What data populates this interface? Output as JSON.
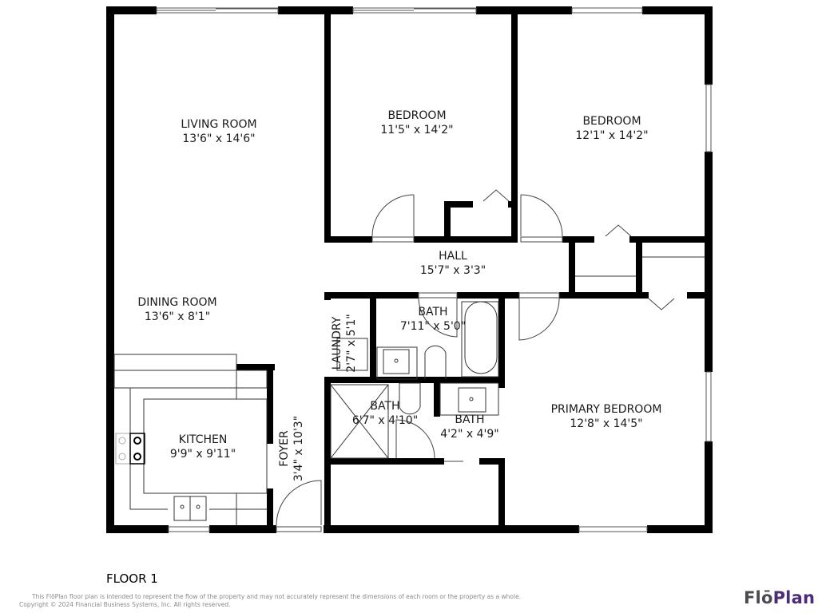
{
  "floor_label": "FLOOR 1",
  "rooms": {
    "living_room": {
      "name": "LIVING ROOM",
      "dims": "13'6\" x 14'6\""
    },
    "bedroom_1": {
      "name": "BEDROOM",
      "dims": "11'5\" x 14'2\""
    },
    "bedroom_2": {
      "name": "BEDROOM",
      "dims": "12'1\" x 14'2\""
    },
    "hall": {
      "name": "HALL",
      "dims": "15'7\" x 3'3\""
    },
    "dining_room": {
      "name": "DINING ROOM",
      "dims": "13'6\" x 8'1\""
    },
    "laundry": {
      "name": "LAUNDRY",
      "dims": "2'7\" x 5'1\""
    },
    "bath_1": {
      "name": "BATH",
      "dims": "7'11\" x 5'0\""
    },
    "bath_2": {
      "name": "BATH",
      "dims": "6'7\" x 4'10\""
    },
    "bath_3": {
      "name": "BATH",
      "dims": "4'2\" x 4'9\""
    },
    "kitchen": {
      "name": "KITCHEN",
      "dims": "9'9\" x 9'11\""
    },
    "foyer": {
      "name": "FOYER",
      "dims": "3'4\" x 10'3\""
    },
    "primary_bedroom": {
      "name": "PRIMARY BEDROOM",
      "dims": "12'8\" x 14'5\""
    }
  },
  "disclaimer": {
    "line1": "This FlōPlan floor plan is intended to represent the flow of the property and may not accurately represent the dimensions of each room or the property as a whole.",
    "line2": "Copyright © 2024 Financial Business Systems, Inc. All rights reserved."
  },
  "logo": {
    "part1": "Flō",
    "part2": "Plan"
  },
  "colors": {
    "wall": "#000000",
    "fixture_line": "#333333",
    "logo_gray": "#4a4a52",
    "logo_purple": "#4b2c78",
    "disclaimer": "#8a8a8a"
  }
}
